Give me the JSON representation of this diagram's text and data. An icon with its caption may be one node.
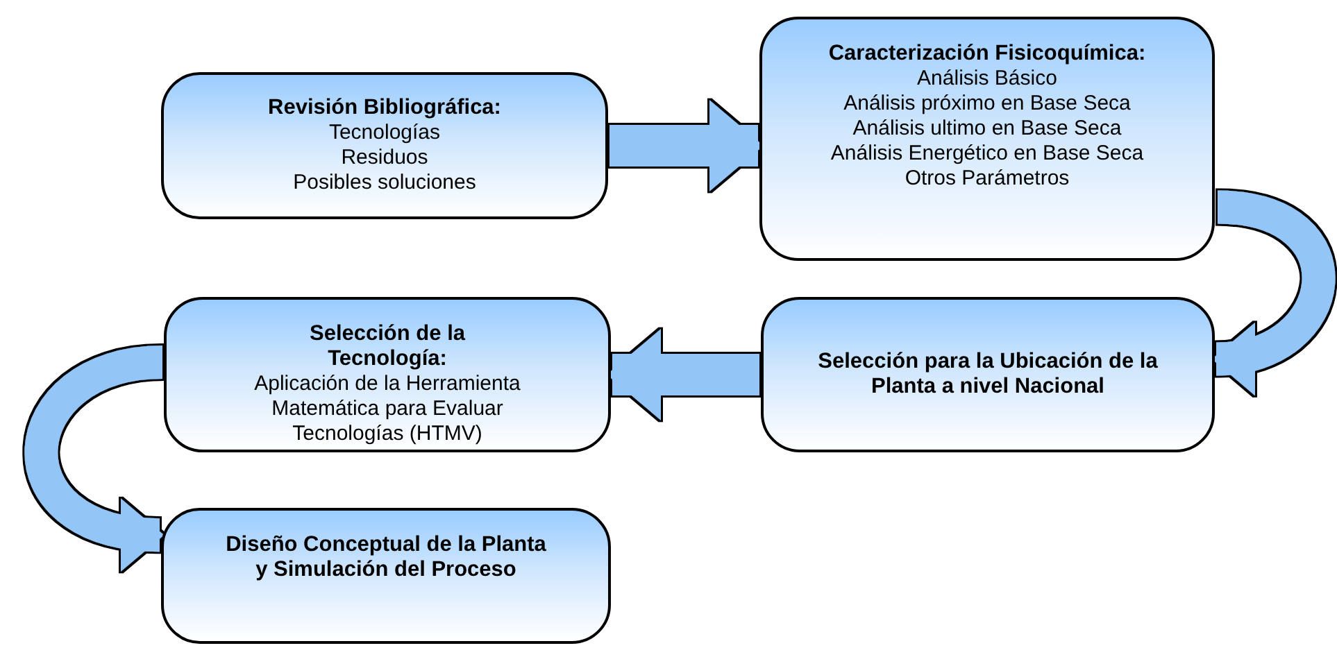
{
  "diagram": {
    "nodes": [
      {
        "text": [
          "Revisión Bibliográfica:",
          "Tecnologías",
          "Residuos",
          "Posibles soluciones"
        ]
      },
      {
        "text": [
          "Caracterización Fisicoquímica:",
          "Análisis Básico",
          "Análisis próximo en Base Seca",
          "Análisis ultimo en Base Seca",
          "Análisis Energético en Base Seca",
          "Otros Parámetros"
        ]
      },
      {
        "text": [
          "Selección de la Tecnología:",
          "Aplicación de la Herramienta Matemática para Evaluar Tecnologías (HTMV)"
        ]
      },
      {
        "text": [
          "Selección para la Ubicación de la Planta a nivel Nacional"
        ]
      },
      {
        "text": [
          "Diseño Conceptual de la Planta y Simulación del Proceso"
        ]
      }
    ],
    "edges": [
      {
        "from": 0,
        "to": 1,
        "arrow": "to"
      },
      {
        "from": 1,
        "to": 3,
        "arrow": "to"
      },
      {
        "from": 3,
        "to": 2,
        "arrow": "to"
      },
      {
        "from": 2,
        "to": 4,
        "arrow": "to"
      }
    ]
  }
}
